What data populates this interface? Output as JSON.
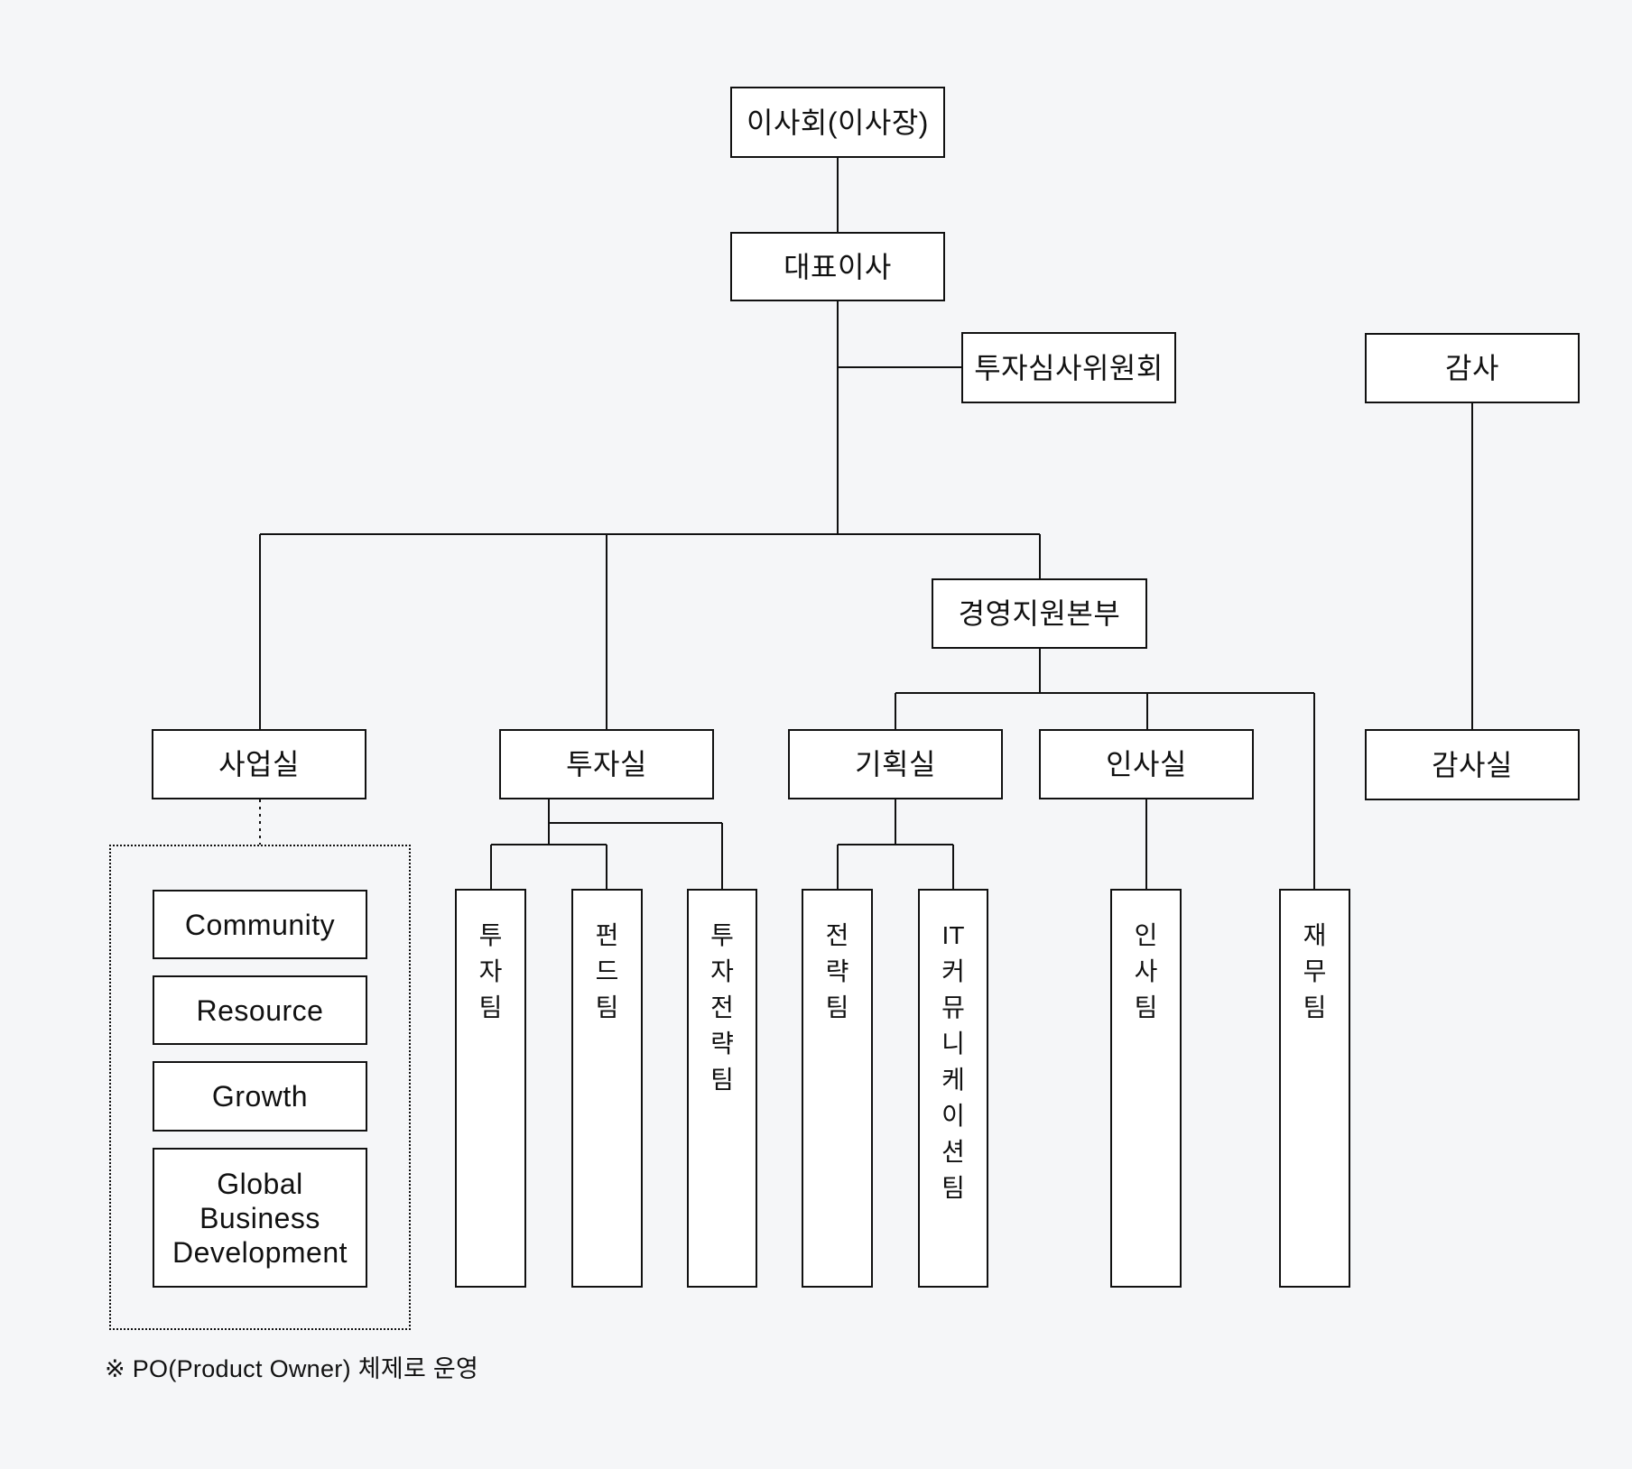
{
  "colors": {
    "background": "#f5f6f8",
    "box_background": "#ffffff",
    "line": "#111111",
    "text": "#111111"
  },
  "org_chart": {
    "nodes": {
      "board": "이사회(이사장)",
      "ceo": "대표이사",
      "investment_review_committee": "투자심사위원회",
      "auditor": "감사",
      "management_support_hq": "경영지원본부",
      "business_office": "사업실",
      "investment_office": "투자실",
      "planning_office": "기획실",
      "hr_office": "인사실",
      "audit_office": "감사실",
      "investment_team": "투자팀",
      "fund_team": "펀드팀",
      "investment_strategy_team": "투자전략팀",
      "strategy_team": "전략팀",
      "it_communication_team": "IT커뮤니케이션팀",
      "hr_team": "인사팀",
      "finance_team": "재무팀"
    },
    "po_units": [
      "Community",
      "Resource",
      "Growth",
      "Global Business Development"
    ],
    "footnote": "※ PO(Product Owner) 체제로 운영"
  }
}
